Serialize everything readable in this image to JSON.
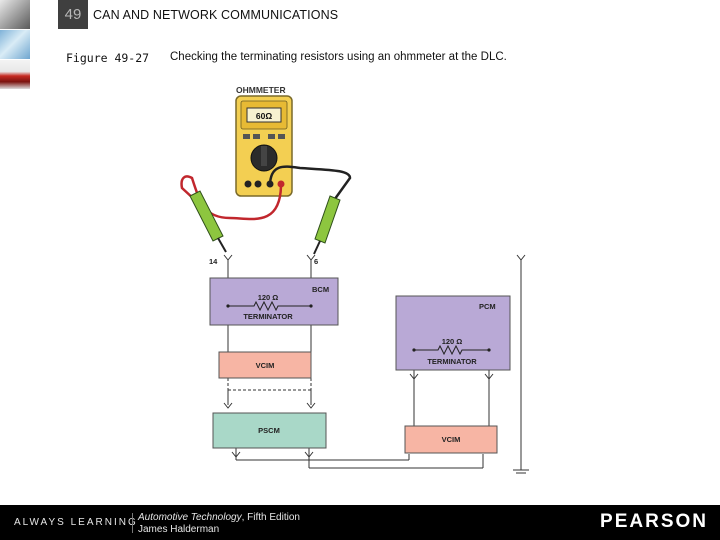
{
  "header": {
    "chapter_number": "49",
    "chapter_title": "CAN AND NETWORK COMMUNICATIONS"
  },
  "figure": {
    "label": "Figure 49-27",
    "caption": "Checking the terminating resistors using an ohmmeter at the DLC."
  },
  "diagram": {
    "meter_title": "OHMMETER",
    "meter_reading": "60Ω",
    "pin_left": "14",
    "pin_right": "6",
    "bcm": {
      "name": "BCM",
      "resistor_value": "120 Ω",
      "resistor_label": "TERMINATOR"
    },
    "pcm": {
      "name": "PCM",
      "resistor_value": "120 Ω",
      "resistor_label": "TERMINATOR"
    },
    "vcim_left": "VCIM",
    "pscm": "PSCM",
    "vcim_right": "VCIM",
    "colors": {
      "module_purple": "#b9a9d6",
      "module_salmon": "#f7b5a4",
      "module_teal": "#a9d8c8",
      "meter_yellow": "#f3cf52",
      "lead_red": "#c1272d",
      "probe_green": "#8dc63f"
    }
  },
  "footer": {
    "tagline": "ALWAYS LEARNING",
    "book_title": "Automotive Technology",
    "edition": ", Fifth Edition",
    "author": "James Halderman",
    "publisher": "PEARSON"
  }
}
